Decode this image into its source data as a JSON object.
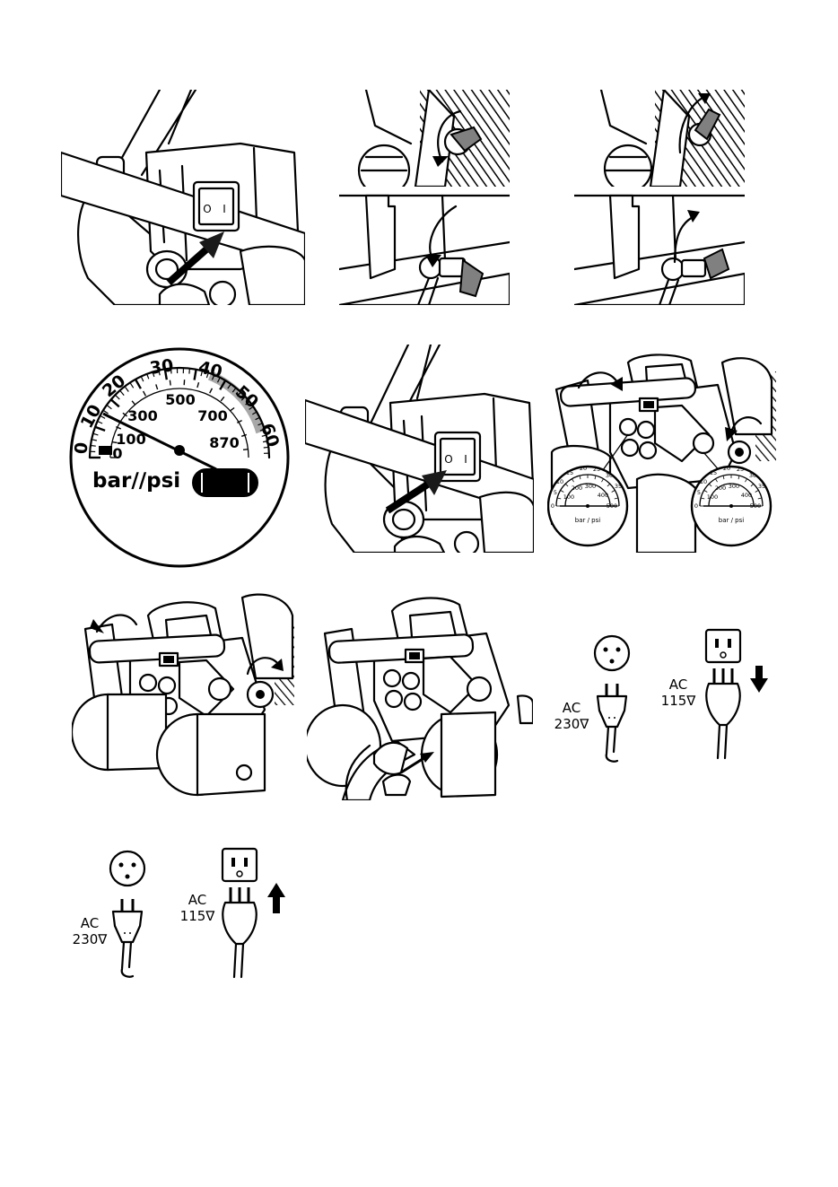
{
  "switch_panel_1": {
    "label_off": "O",
    "label_on": "I"
  },
  "switch_panel_2": {
    "label_off": "O",
    "label_on": "I"
  },
  "pressure_gauge": {
    "bar_scale": [
      "0",
      "10",
      "20",
      "30",
      "40",
      "50",
      "60"
    ],
    "psi_scale": [
      "0",
      "100",
      "300",
      "500",
      "700",
      "870"
    ],
    "unit_label": "bar∕∕psi",
    "colors": {
      "shaded_range": "#a8a8a8",
      "needle": "#000000"
    }
  },
  "mini_gauges": {
    "bar_scale": [
      "0",
      "5",
      "10",
      "15",
      "20",
      "25",
      "30",
      "35"
    ],
    "psi_scale": [
      "0",
      "100",
      "200",
      "300",
      "400",
      "500"
    ],
    "unit_label": "bar / psi"
  },
  "plug_panel_down": {
    "eu_voltage_ac": "AC",
    "eu_voltage_value": "230∇",
    "us_voltage_ac": "AC",
    "us_voltage_value": "115∇"
  },
  "plug_panel_up": {
    "eu_voltage_ac": "AC",
    "eu_voltage_value": "230∇",
    "us_voltage_ac": "AC",
    "us_voltage_value": "115∇"
  }
}
